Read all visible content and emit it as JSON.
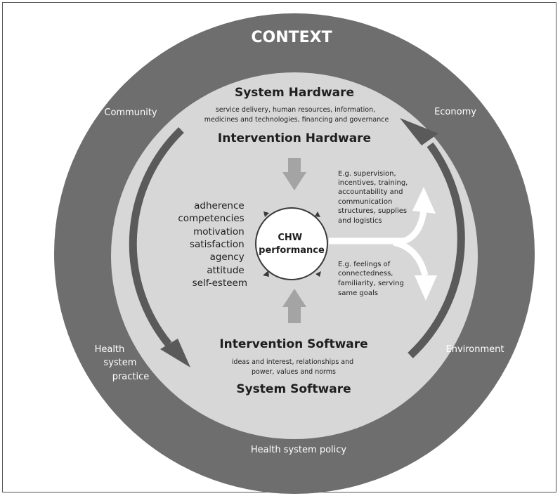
{
  "context": {
    "title": "CONTEXT",
    "outer_labels": {
      "community": "Community",
      "economy": "Economy",
      "health_system_practice": [
        "Health",
        "system",
        "practice"
      ],
      "environment": "Environment",
      "health_system_policy": "Health system policy"
    }
  },
  "system_hardware": {
    "title": "System Hardware",
    "description": [
      "service delivery, human resources, information,",
      "medicines and technologies, financing and governance"
    ]
  },
  "intervention_hardware": {
    "title": "Intervention Hardware"
  },
  "center": {
    "label": [
      "CHW",
      "performance"
    ]
  },
  "attributes": [
    "adherence",
    "competencies",
    "motivation",
    "satisfaction",
    "agency",
    "attitude",
    "self-esteem"
  ],
  "hardware_examples": [
    "E.g. supervision,",
    "incentives, training,",
    "accountability and",
    "communication",
    "structures, supplies",
    "and logistics"
  ],
  "software_examples": [
    "E.g. feelings of",
    "connectedness,",
    "familiarity, serving",
    "same goals"
  ],
  "intervention_software": {
    "title": "Intervention Software",
    "description": [
      "ideas and interest, relationships and",
      "power, values and norms"
    ]
  },
  "system_software": {
    "title": "System Software"
  },
  "colors": {
    "outer_ring": "#6e6e6e",
    "inner_disc": "#d7d7d7",
    "dark_arrow": "#5a5a5a",
    "grey_arrow": "#a4a4a4",
    "white_text": "#ffffff",
    "dark_text": "#1e1e1e"
  }
}
